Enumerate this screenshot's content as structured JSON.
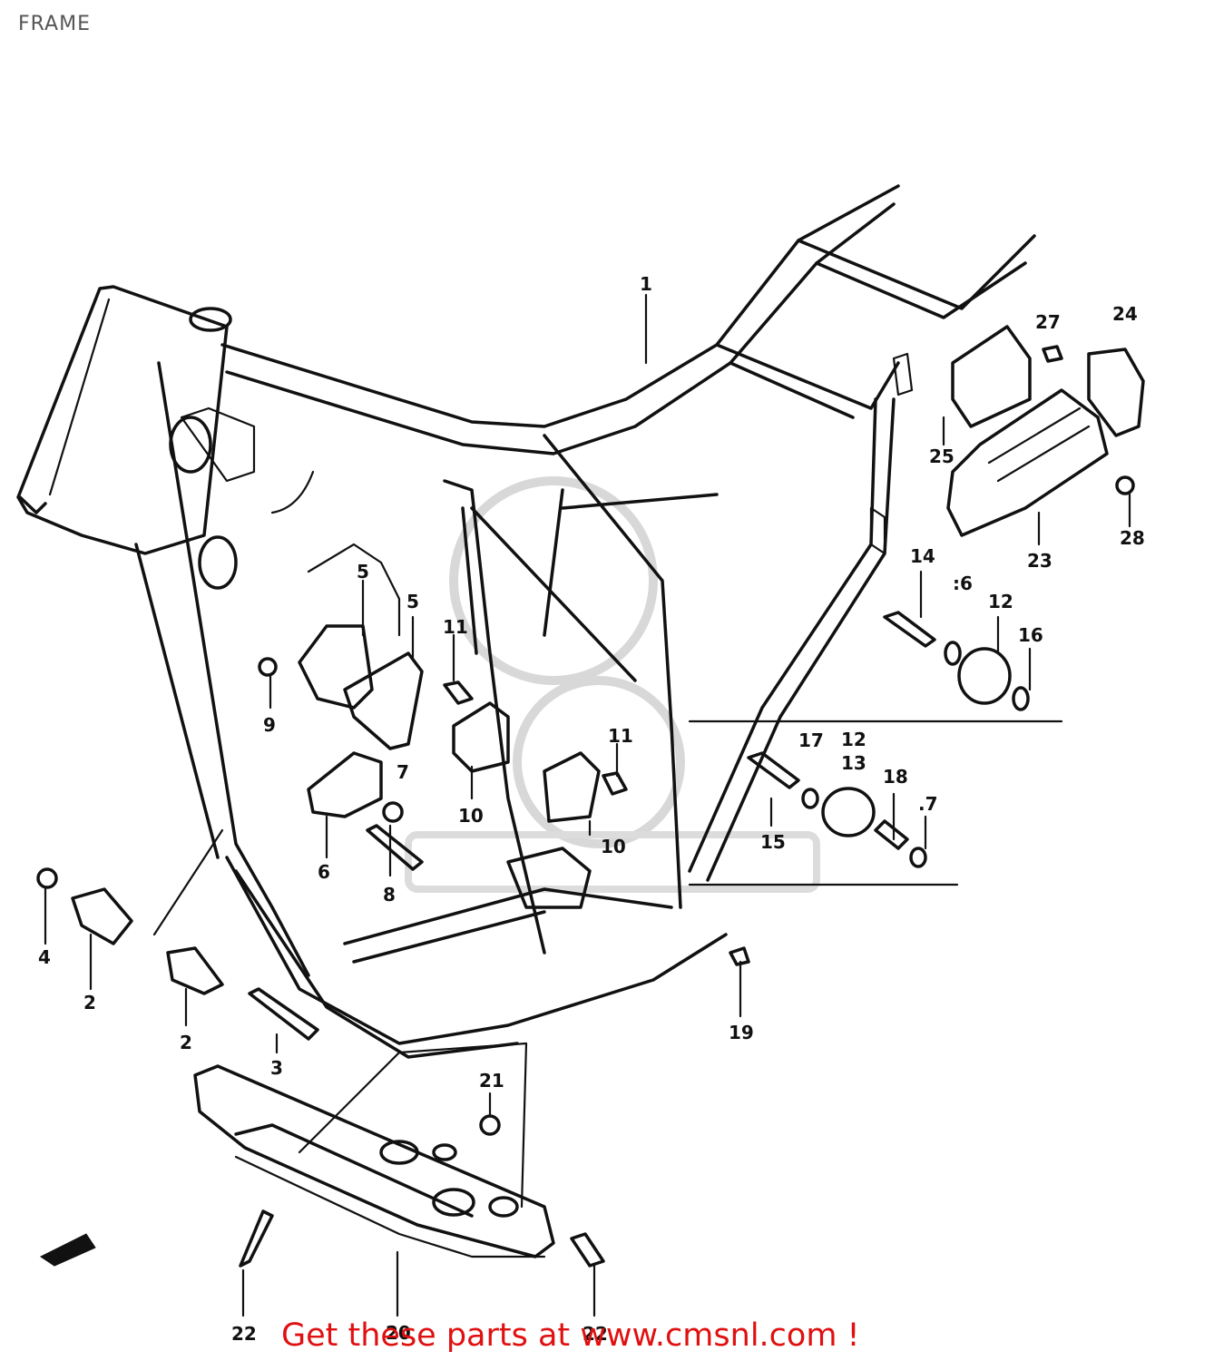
{
  "page": {
    "title": "FRAME",
    "footer_link": "Get these parts at www.cmsnl.com !"
  },
  "callouts": [
    "1",
    "2",
    "2",
    "3",
    "4",
    "5",
    "5",
    "6",
    "7",
    ".7",
    "8",
    "9",
    "10",
    "10",
    "11",
    "11",
    "12",
    "12",
    "13",
    "14",
    "15",
    "16",
    ":6",
    "17",
    "18",
    "19",
    "20",
    "21",
    "22",
    "22",
    "23",
    "24",
    "25",
    "27",
    "28"
  ],
  "colors": {
    "footer_text": "#e01010",
    "line_art": "#111111",
    "title_text": "#555555"
  }
}
